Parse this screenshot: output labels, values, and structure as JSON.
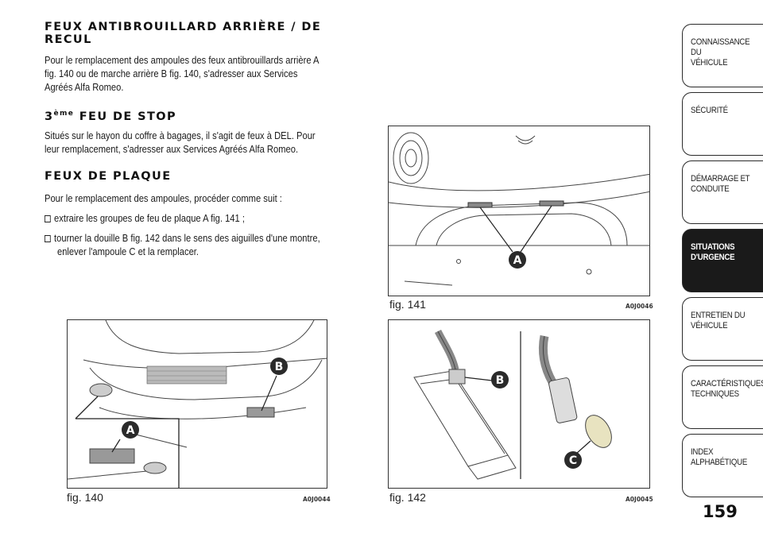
{
  "sections": {
    "rear_fog": {
      "title_line1": "FEUX ANTIBROUILLARD ARRIÈRE / DE",
      "title_line2": "RECUL",
      "body_lines": [
        "Pour le remplacement des ampoules des feux antibrouillards arrière A",
        "fig. 140 ou de marche arrière B fig. 140, s'adresser aux Services",
        "Agréés Alfa Romeo."
      ]
    },
    "third_stop": {
      "title_num": "3",
      "title_sup": "ème",
      "title_rest": " FEU DE STOP",
      "body_lines": [
        "Situés sur le hayon du coffre à bagages, il s'agit de feux à DEL. Pour",
        "leur remplacement, s'adresser aux Services Agréés Alfa Romeo."
      ]
    },
    "plate": {
      "title": "FEUX DE PLAQUE",
      "intro": "Pour le remplacement des ampoules, procéder comme suit :",
      "steps": [
        "extraire les groupes de feu de plaque A fig. 141 ;",
        "tourner la douille B fig. 142 dans le sens des aiguilles d'une montre,"
      ],
      "step2_cont": "enlever l'ampoule C et la remplacer."
    }
  },
  "figures": {
    "fig140": {
      "caption": "fig. 140",
      "code": "A0J0044",
      "labels": [
        "A",
        "B"
      ]
    },
    "fig141": {
      "caption": "fig. 141",
      "code": "A0J0046",
      "labels": [
        "A"
      ]
    },
    "fig142": {
      "caption": "fig. 142",
      "code": "A0J0045",
      "labels": [
        "B",
        "C"
      ]
    }
  },
  "tabs": [
    {
      "label": "CONNAISSANCE DU\nVÉHICULE",
      "active": false
    },
    {
      "label": "SÉCURITÉ",
      "active": false
    },
    {
      "label": "DÉMARRAGE ET\nCONDUITE",
      "active": false
    },
    {
      "label": "SITUATIONS\nD'URGENCE",
      "active": true
    },
    {
      "label": "ENTRETIEN DU\nVÉHICULE",
      "active": false
    },
    {
      "label": "CARACTÉRISTIQUES\nTECHNIQUES",
      "active": false
    },
    {
      "label": "INDEX\nALPHABÉTIQUE",
      "active": false
    }
  ],
  "page_number": "159",
  "colors": {
    "ink": "#1a1a1a",
    "badge": "#2a2a2a",
    "active_tab": "#1a1a1a"
  }
}
